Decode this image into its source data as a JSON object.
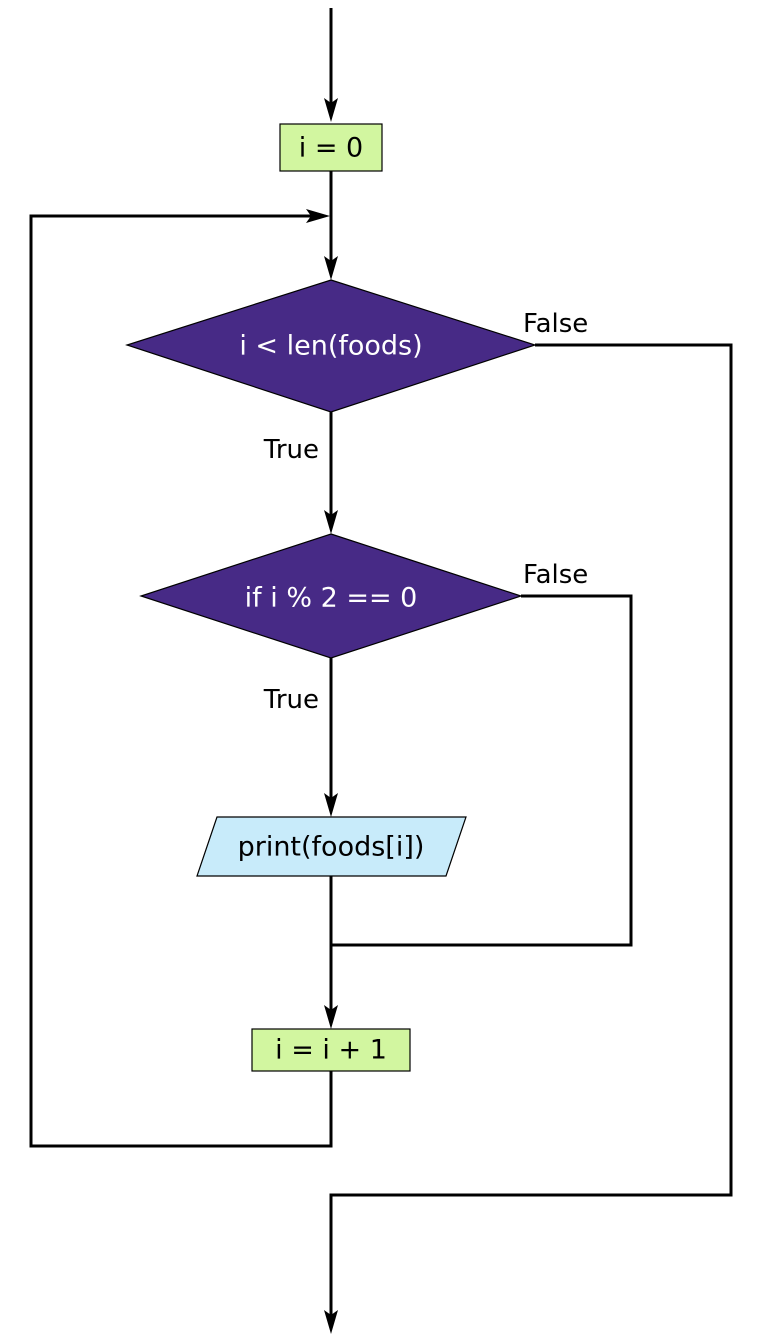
{
  "nodes": {
    "init": {
      "label": "i = 0"
    },
    "loop_condition": {
      "label": "i < len(foods)"
    },
    "even_condition": {
      "label": "if i % 2 == 0"
    },
    "print_output": {
      "label": "print(foods[i])"
    },
    "increment": {
      "label": "i = i + 1"
    }
  },
  "edge_labels": {
    "loop_true": "True",
    "loop_false": "False",
    "even_true": "True",
    "even_false": "False"
  },
  "colors": {
    "process_fill": "#d2f6a0",
    "decision_fill": "#472a86",
    "io_fill": "#c8ebfa",
    "decision_text": "#ffffff",
    "process_text": "#000000",
    "line": "#000000"
  }
}
